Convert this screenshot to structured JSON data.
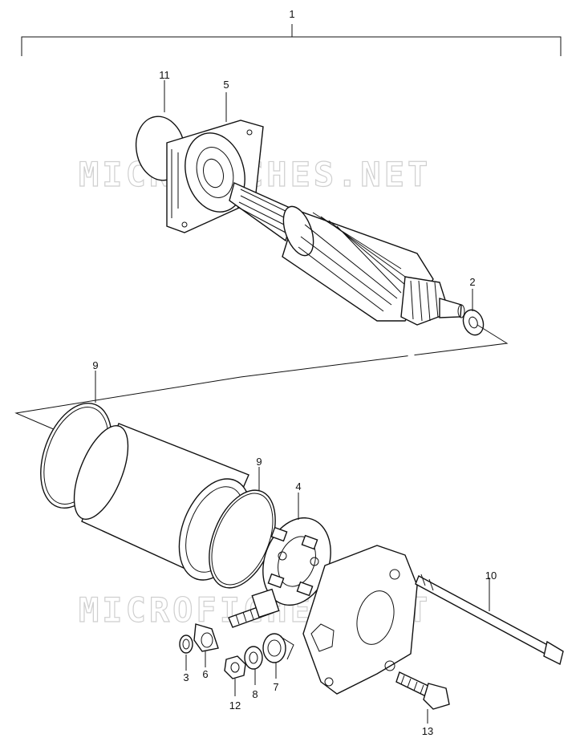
{
  "watermark": "MICROFICHES.NET",
  "callouts": {
    "c1": "1",
    "c2": "2",
    "c3": "3",
    "c4": "4",
    "c5": "5",
    "c6": "6",
    "c7": "7",
    "c8": "8",
    "c9a": "9",
    "c9b": "9",
    "c10": "10",
    "c11": "11",
    "c12": "12",
    "c13": "13"
  }
}
